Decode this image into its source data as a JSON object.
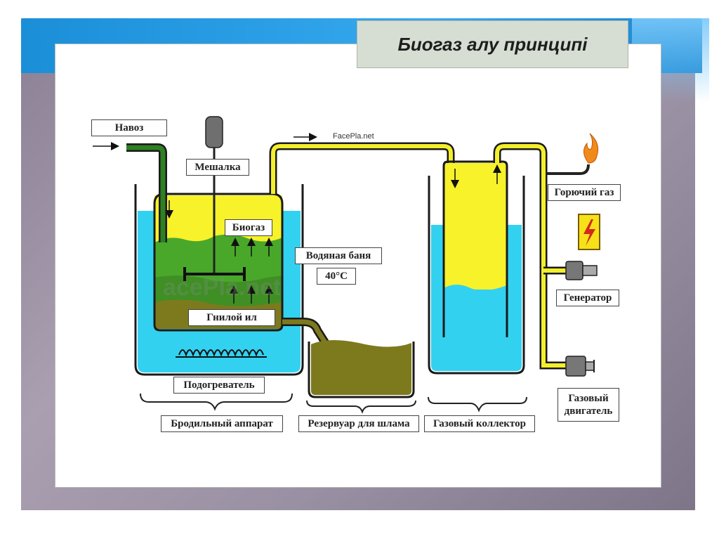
{
  "slide": {
    "title": "Биогаз алу принципі"
  },
  "diagram": {
    "labels": {
      "manure": "Навоз",
      "mixer": "Мешалка",
      "biogas": "Биогаз",
      "water_bath": "Водяная баня",
      "temperature": "40°C",
      "sludge": "Гнилой ил",
      "heater": "Подогреватель",
      "fermenter": "Бродильный аппарат",
      "sludge_tank": "Резервуар для шлама",
      "gas_collector": "Газовый коллектор",
      "combustible_gas": "Горючий газ",
      "generator": "Генератор",
      "gas_engine_line1": "Газовый",
      "gas_engine_line2": "двигатель",
      "source": "FacePla.net",
      "watermark": "acePla.net"
    },
    "colors": {
      "water": "#33d1f0",
      "biogas": "#f7f22a",
      "slurry": "#49a82a",
      "sludge": "#7d7a1e",
      "pipe_yellow": "#f3ee2c",
      "pipe_green": "#2f7f24",
      "tank_outline": "#1a1a1a"
    },
    "icons": [
      "flame-icon",
      "lightning-icon",
      "generator-plug-icon",
      "engine-plug-icon"
    ]
  }
}
